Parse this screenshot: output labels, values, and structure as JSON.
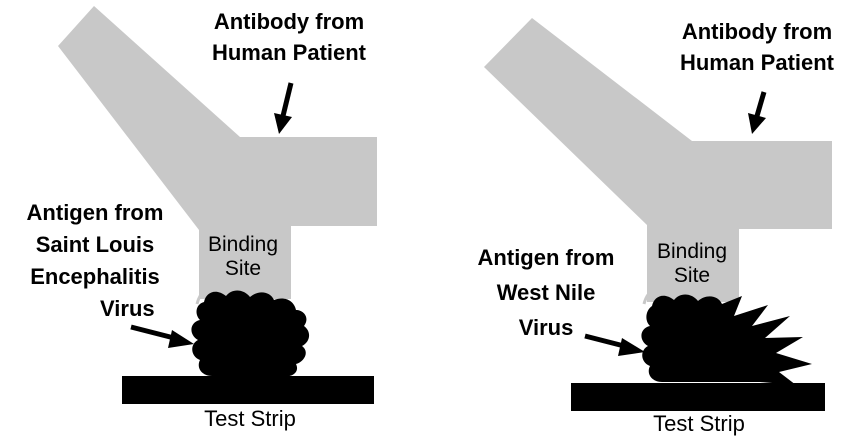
{
  "panels": [
    {
      "antibody_label": [
        "Antibody from",
        "Human Patient"
      ],
      "antigen_label": [
        "Antigen from",
        "Saint Louis",
        "Encephalitis",
        "Virus"
      ],
      "binding_label": [
        "Binding",
        "Site"
      ],
      "strip_label": "Test Strip"
    },
    {
      "antibody_label": [
        "Antibody from",
        "Human Patient"
      ],
      "antigen_label": [
        "Antigen from",
        "West Nile",
        "Virus"
      ],
      "binding_label": [
        "Binding",
        "Site"
      ],
      "strip_label": "Test Strip"
    }
  ],
  "colors": {
    "antibody": "#c8c8c8",
    "antigen": "#000000",
    "strip": "#000000",
    "text": "#000000"
  }
}
